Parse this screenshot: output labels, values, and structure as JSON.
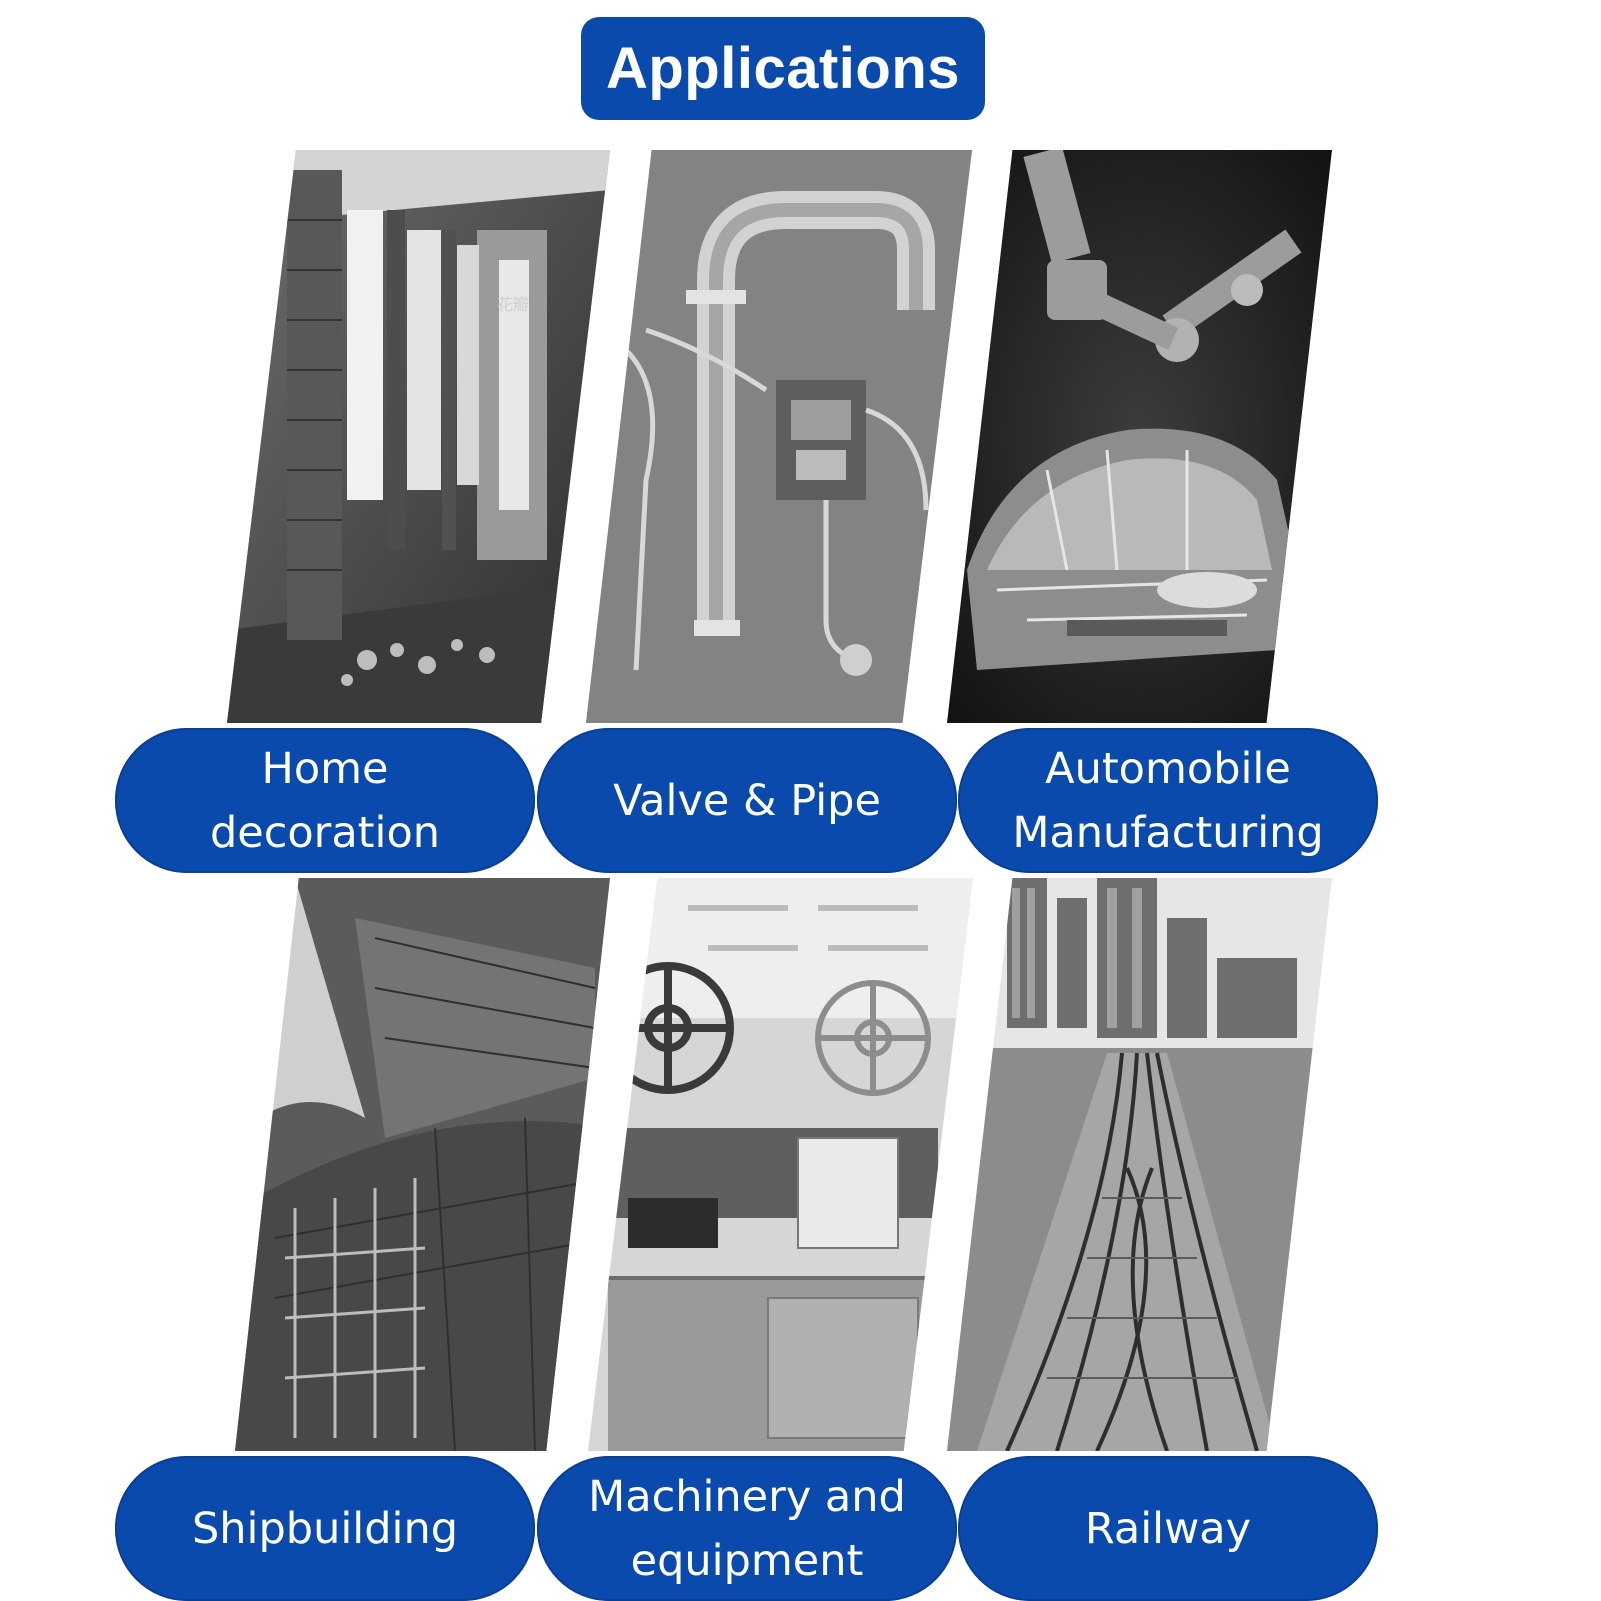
{
  "title": "Applications",
  "applications": [
    {
      "label": "Home decoration",
      "label_lines": [
        "Home",
        "decoration"
      ]
    },
    {
      "label": "Valve & Pipe",
      "label_lines": [
        "Valve & Pipe"
      ]
    },
    {
      "label": "Automobile Manufacturing",
      "label_lines": [
        "Automobile",
        "Manufacturing"
      ]
    },
    {
      "label": "Shipbuilding",
      "label_lines": [
        "Shipbuilding"
      ]
    },
    {
      "label": "Machinery and equipment",
      "label_lines": [
        "Machinery and",
        "equipment"
      ]
    },
    {
      "label": "Railway",
      "label_lines": [
        "Railway"
      ]
    }
  ],
  "watermark": "花瓣",
  "colors": {
    "accent": "#0a4aad",
    "text_on_accent": "#ffffff",
    "background": "#ffffff"
  }
}
